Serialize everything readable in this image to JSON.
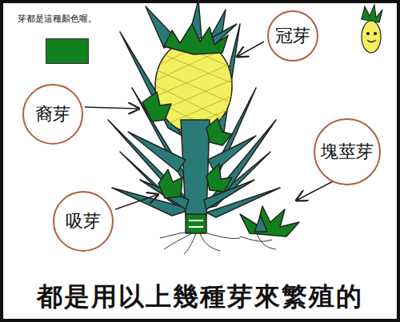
{
  "diagram": {
    "caption": "都是用以上幾種芽來繁殖的",
    "nodes": [
      {
        "text": [
          "冠芽"
        ]
      },
      {
        "text": [
          "裔芽"
        ]
      },
      {
        "text": [
          "塊莖芽"
        ]
      },
      {
        "text": [
          "吸芽"
        ]
      }
    ],
    "legend": [
      {
        "text": "芽都是這種顏色喔。",
        "color": "#12801f"
      }
    ]
  }
}
